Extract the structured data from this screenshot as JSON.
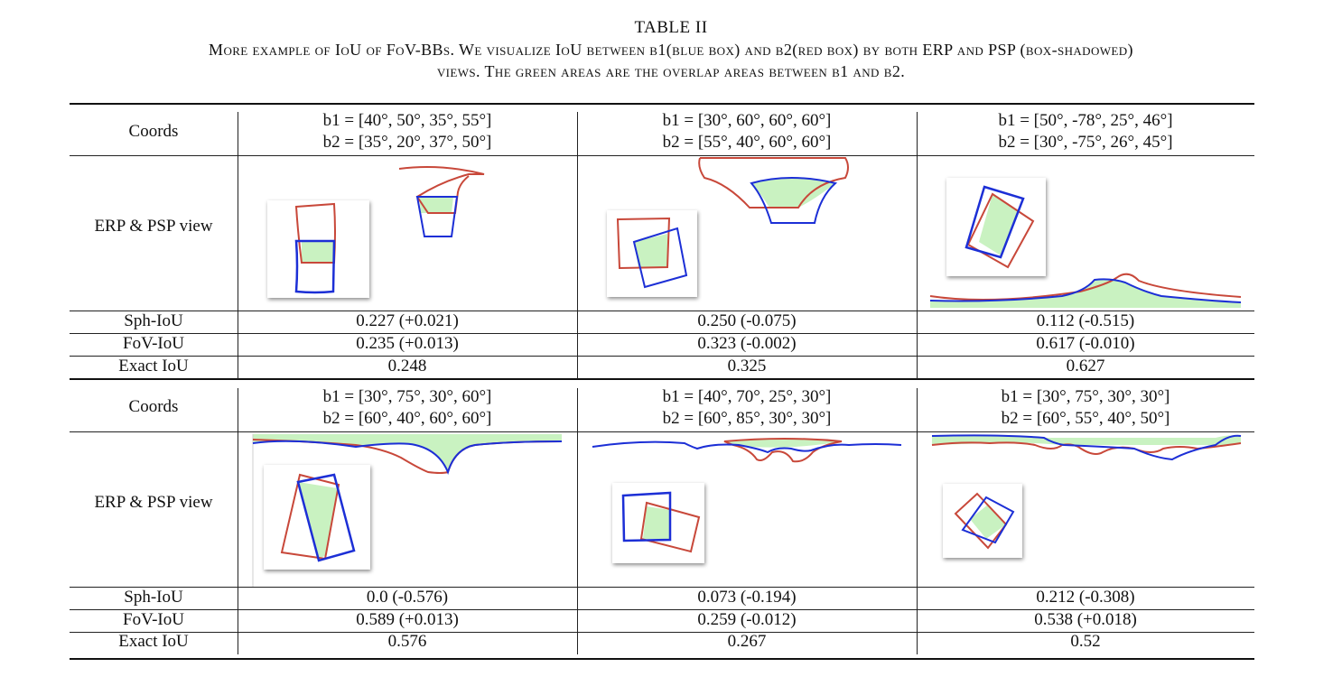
{
  "table_label": "TABLE II",
  "caption_line1": "More example of IoU of FoV-BBs. We visualize IoU between b1(blue box) and b2(red box) by both ERP and PSP (box-shadowed)",
  "caption_line2": "views. The green areas are the overlap areas between b1 and b2.",
  "row_labels": {
    "coords": "Coords",
    "view": "ERP & PSP view",
    "sph": "Sph-IoU",
    "fov": "FoV-IoU",
    "exact": "Exact IoU"
  },
  "groups": [
    {
      "examples": [
        {
          "b1": "b1 = [40°, 50°, 35°, 55°]",
          "b2": "b2 = [35°, 20°, 37°, 50°]",
          "sph": "0.227 (+0.021)",
          "fov": "0.235 (+0.013)",
          "exact": "0.248"
        },
        {
          "b1": "b1 = [30°, 60°, 60°, 60°]",
          "b2": "b2 = [55°, 40°, 60°, 60°]",
          "sph": "0.250 (-0.075)",
          "fov": "0.323 (-0.002)",
          "exact": "0.325"
        },
        {
          "b1": "b1 = [50°, -78°, 25°, 46°]",
          "b2": "b2 = [30°, -75°, 26°, 45°]",
          "sph": "0.112 (-0.515)",
          "fov": "0.617 (-0.010)",
          "exact": "0.627"
        }
      ]
    },
    {
      "examples": [
        {
          "b1": "b1 = [30°, 75°, 30°, 60°]",
          "b2": "b2 = [60°, 40°, 60°, 60°]",
          "sph": "0.0 (-0.576)",
          "fov": "0.589 (+0.013)",
          "exact": "0.576"
        },
        {
          "b1": "b1 = [40°, 70°, 25°, 30°]",
          "b2": "b2 = [60°, 85°, 30°, 30°]",
          "sph": "0.073 (-0.194)",
          "fov": "0.259 (-0.012)",
          "exact": "0.267"
        },
        {
          "b1": "b1 = [30°, 75°, 30°, 30°]",
          "b2": "b2 = [60°, 55°, 40°, 50°]",
          "sph": "0.212 (-0.308)",
          "fov": "0.538 (+0.018)",
          "exact": "0.52"
        }
      ]
    }
  ],
  "colors": {
    "b1": "#1c2fd6",
    "b2": "#c8483a",
    "overlap": "#c9f2c1"
  }
}
